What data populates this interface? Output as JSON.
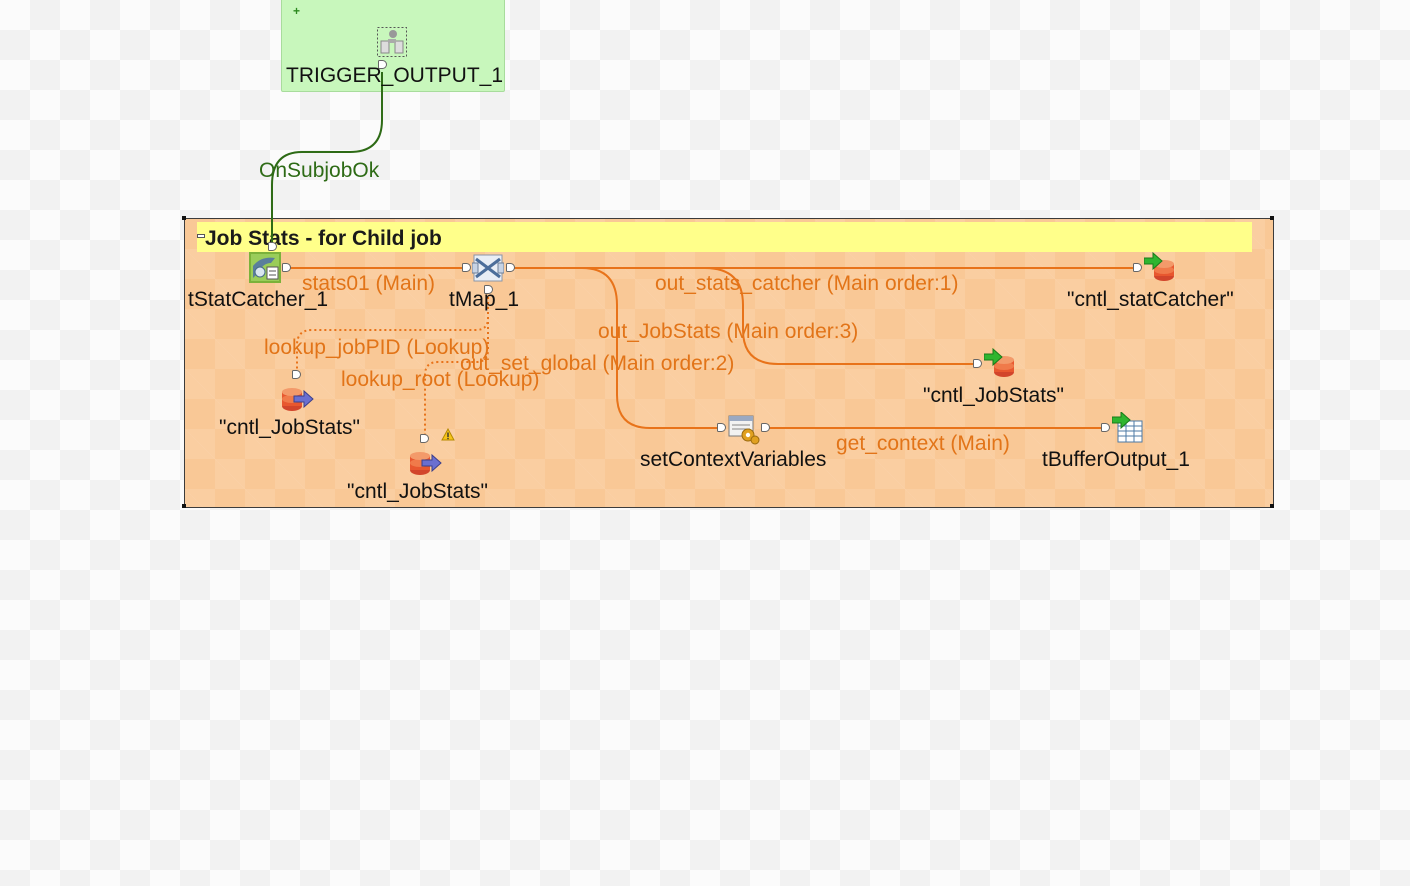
{
  "trigger": {
    "component_label": "TRIGGER_OUTPUT_1",
    "connection_label": "OnSubjobOk"
  },
  "subjob": {
    "title": "Job Stats - for Child  job"
  },
  "components": {
    "stat_catcher": "tStatCatcher_1",
    "tmap": "tMap_1",
    "out_stat_catcher": "\"cntl_statCatcher\"",
    "out_jobstats": "\"cntl_JobStats\"",
    "lookup_jobpid_db": "\"cntl_JobStats\"",
    "lookup_root_db": "\"cntl_JobStats\"",
    "set_context": "setContextVariables",
    "buffer_output": "tBufferOutput_1"
  },
  "connections": {
    "stats01": "stats01 (Main)",
    "out_stats_catcher": "out_stats_catcher (Main order:1)",
    "out_jobstats": "out_JobStats (Main order:3)",
    "out_set_global": "out_set_global (Main order:2)",
    "lookup_jobpid": "lookup_jobPID (Lookup)",
    "lookup_root": "lookup_root (Lookup)",
    "get_context": "get_context (Main)"
  },
  "colors": {
    "main_link": "#e8731a",
    "trigger_link": "#2e6b16",
    "subjob_bg": "#f9c896",
    "subjob_header": "#ffff8a",
    "trigger_bg": "#c8f7bc"
  },
  "icons": {
    "trigger_output": "trigger-output-icon",
    "stat_catcher": "stat-catcher-icon",
    "tmap": "tmap-icon",
    "db_output": "db-output-icon",
    "db_input": "db-input-icon",
    "context": "context-icon",
    "buffer": "buffer-output-icon",
    "warning": "warning-icon"
  }
}
